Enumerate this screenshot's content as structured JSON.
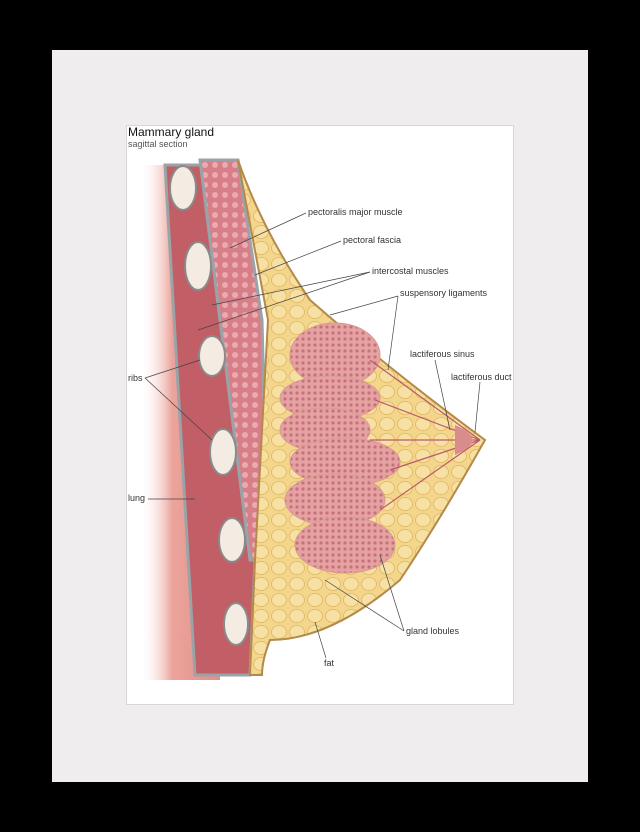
{
  "title": "Mammary gland",
  "subtitle": "sagittal section",
  "labels": {
    "pectoralis": "pectoralis major muscle",
    "fascia": "pectoral fascia",
    "intercostal": "intercostal muscles",
    "suspensory": "suspensory ligaments",
    "sinus": "lactiferous sinus",
    "duct": "lactiferous duct",
    "ribs": "ribs",
    "lung": "lung",
    "lobules": "gland lobules",
    "fat": "fat"
  },
  "colors": {
    "frame": "#000000",
    "mat": "#efeded",
    "fat": "#f1cf7e",
    "muscle": "#c9707a",
    "lung": "#eba49b",
    "gland": "#b5546d"
  }
}
